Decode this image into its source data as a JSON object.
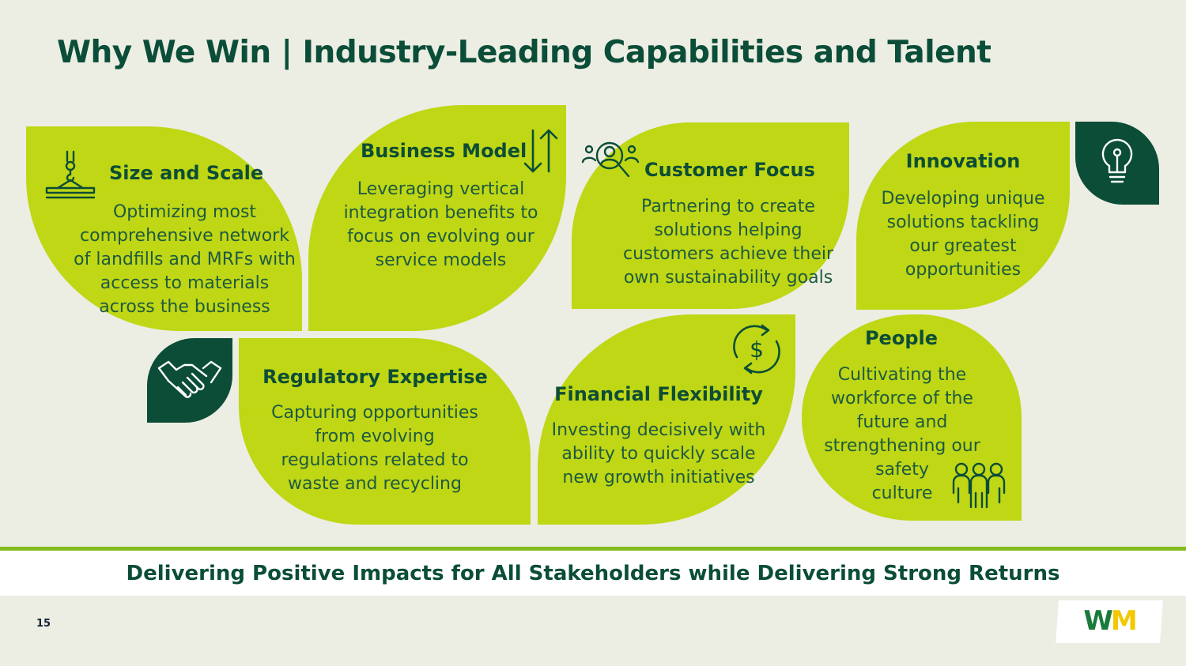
{
  "header": {
    "title": "Why We Win | Industry-Leading Capabilities and Talent"
  },
  "cards": {
    "size_scale": {
      "title": "Size and Scale",
      "body": "Optimizing most comprehensive network of landfills and MRFs with access to materials across the business"
    },
    "business_model": {
      "title": "Business Model",
      "body": "Leveraging vertical integration benefits to focus on evolving our service models"
    },
    "customer_focus": {
      "title": "Customer Focus",
      "body": "Partnering to create solutions helping customers achieve their own sustainability goals"
    },
    "innovation": {
      "title": "Innovation",
      "body": "Developing unique solutions tackling our greatest opportunities"
    },
    "regulatory": {
      "title": "Regulatory Expertise",
      "body": "Capturing opportunities from evolving regulations related to waste and recycling"
    },
    "financial": {
      "title": "Financial Flexibility",
      "body": "Investing decisively with ability to quickly scale new growth initiatives"
    },
    "people": {
      "title": "People",
      "body_lines": [
        "Cultivating the",
        "workforce of the",
        "future and",
        "strengthening our",
        "safety",
        "culture"
      ]
    }
  },
  "footer": {
    "tagline": "Delivering Positive Impacts for All Stakeholders while Delivering Strong Returns",
    "page_number": "15",
    "logo_text": "WM"
  },
  "icons": {
    "size_scale": "crane-hook-icon",
    "business_model": "up-down-arrows-icon",
    "customer_focus": "customer-search-icon",
    "innovation": "lightbulb-icon",
    "regulatory": "handshake-icon",
    "financial": "dollar-cycle-icon",
    "people": "team-people-icon"
  },
  "colors": {
    "background": "#ECEDE3",
    "leaf_green": "#BFD714",
    "dark_green": "#0B4D37",
    "accent_line": "#84BD1E",
    "logo_yellow": "#F2C800",
    "logo_green": "#1A7A3A"
  }
}
